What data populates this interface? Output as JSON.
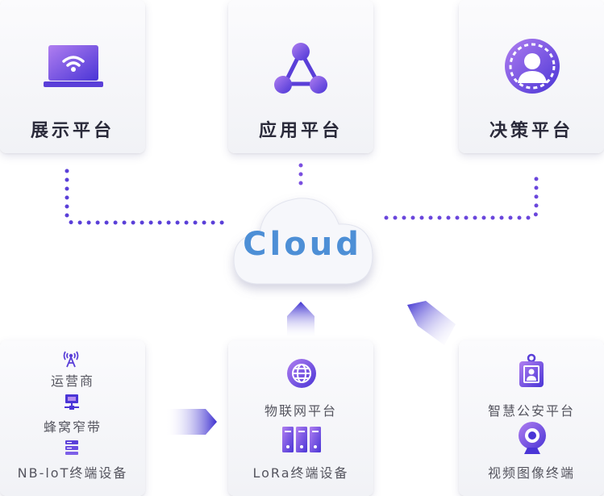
{
  "top_cards": [
    {
      "title": "展示平台",
      "icon": "monitor-wifi-icon"
    },
    {
      "title": "应用平台",
      "icon": "network-nodes-icon"
    },
    {
      "title": "决策平台",
      "icon": "user-gear-icon"
    }
  ],
  "cloud": {
    "label": "Cloud",
    "icon": "cloud-icon"
  },
  "bottom_left": {
    "items": [
      {
        "label": "运营商",
        "icon": "antenna-tower-icon"
      },
      {
        "label": "蜂窝窄带",
        "icon": "network-terminal-icon"
      },
      {
        "label": "NB-loT终端设备",
        "icon": "server-stack-icon"
      }
    ]
  },
  "bottom_middle": {
    "items": [
      {
        "label": "物联网平台",
        "icon": "globe-icon"
      },
      {
        "label": "LoRa终端设备",
        "icon": "server-rack-icon"
      }
    ]
  },
  "bottom_right": {
    "items": [
      {
        "label": "智慧公安平台",
        "icon": "id-badge-icon"
      },
      {
        "label": "视频图像终端",
        "icon": "webcam-icon"
      }
    ]
  },
  "colors": {
    "accent_dark": "#3b2fc9",
    "accent_light": "#b48cf0",
    "cloud_text": "#4d8fd6",
    "title_text": "#2a2a3a"
  }
}
